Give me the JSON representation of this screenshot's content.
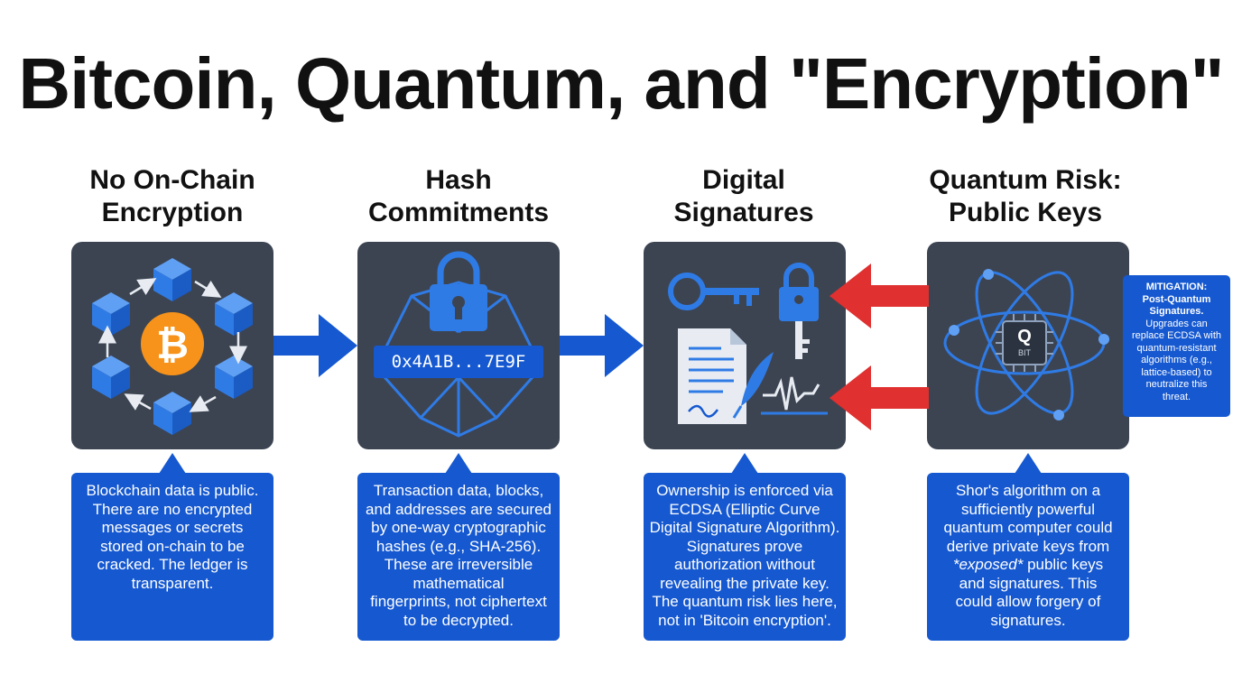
{
  "title": "Bitcoin, Quantum, and \"Encryption\"",
  "colors": {
    "panel_bg": "#3c4452",
    "accent_blue": "#1558d0",
    "icon_blue": "#2f7be6",
    "bitcoin_orange": "#f7931a",
    "threat_red": "#e03030"
  },
  "columns": [
    {
      "heading": [
        "No On-Chain",
        "Encryption"
      ],
      "icon": "bitcoin-blockchain-ring-icon",
      "callout": [
        "Blockchain data is public.",
        "There are no encrypted",
        "messages or secrets",
        "stored on-chain to be",
        "cracked. The ledger is",
        "transparent."
      ]
    },
    {
      "heading": [
        "Hash",
        "Commitments"
      ],
      "icon": "lock-hash-icon",
      "hash_value": "0x4A1B...7E9F",
      "callout": [
        "Transaction data, blocks,",
        "and addresses are secured",
        "by one-way cryptographic",
        "hashes (e.g., SHA-256).",
        "These are irreversible",
        "mathematical",
        "fingerprints, not ciphertext",
        "to be decrypted."
      ]
    },
    {
      "heading": [
        "Digital",
        "Signatures"
      ],
      "icon": "key-signature-icon",
      "callout": [
        "Ownership is enforced via",
        "ECDSA (Elliptic Curve",
        "Digital Signature Algorithm).",
        "Signatures prove",
        "authorization without",
        "revealing the private key.",
        "The quantum risk lies here,",
        "not in 'Bitcoin encryption'."
      ]
    },
    {
      "heading": [
        "Quantum Risk:",
        "Public Keys"
      ],
      "icon": "quantum-atom-icon",
      "chip_letter": "Q",
      "chip_label": "BIT",
      "callout_pre": [
        "Shor's algorithm on a",
        "sufficiently powerful",
        "quantum computer could",
        "derive private keys from"
      ],
      "callout_emph": "*exposed*",
      "callout_emph_rest": " public keys",
      "callout_post": [
        "and signatures. This",
        "could allow forgery of",
        "signatures."
      ]
    }
  ],
  "mitigation": {
    "title": "MITIGATION:",
    "subtitle": [
      "Post-Quantum",
      "Signatures."
    ],
    "body": [
      "Upgrades can",
      "replace ECDSA with",
      "quantum-resistant",
      "algorithms (e.g.,",
      "lattice-based) to",
      "neutralize this",
      "threat."
    ]
  }
}
